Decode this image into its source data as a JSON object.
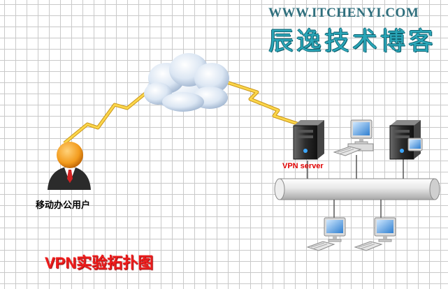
{
  "watermark": {
    "url": "WWW.ITCHENYI.COM",
    "blog_name": "辰逸技术博客"
  },
  "labels": {
    "vpn_server": "VPN server",
    "mobile_user": "移动办公用户",
    "diagram_title": "VPN实验拓扑图"
  },
  "icons": [
    "cloud-icon",
    "lightning-link-icon",
    "user-icon",
    "server-icon",
    "workstation-icon",
    "network-bus-icon"
  ],
  "colors": {
    "title": "#ee1c1c",
    "server_label": "#e00000",
    "lightning": "#f2c218",
    "user_head": "#f39c1e",
    "grid": "#c9c9c9",
    "watermark": "#2aa6b8"
  }
}
